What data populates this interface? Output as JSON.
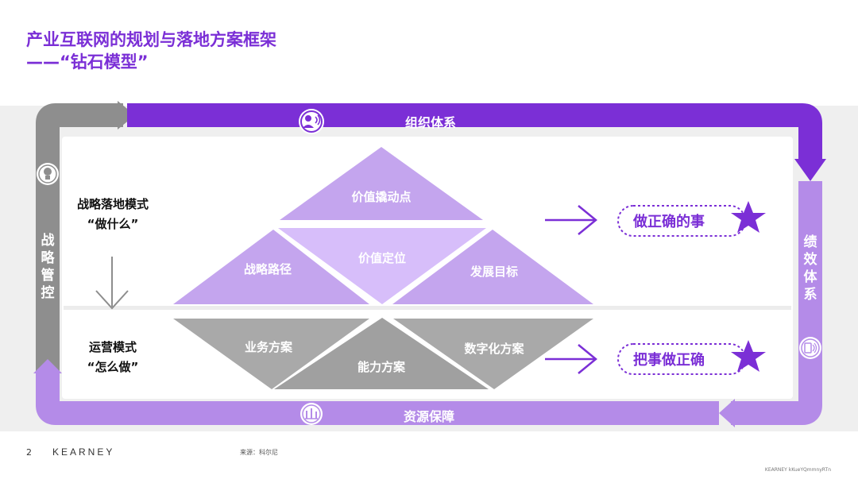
{
  "title": {
    "line1": "产业互联网的规划与落地方案框架",
    "line2": "——“钻石模型”"
  },
  "frame": {
    "top": "组织体系",
    "bottom": "资源保障",
    "left": [
      "战",
      "略",
      "管",
      "控"
    ],
    "right": [
      "绩",
      "效",
      "体",
      "系"
    ]
  },
  "modes": {
    "upper": {
      "line1": "战略落地模式",
      "line2": "“做什么”"
    },
    "lower": {
      "line1": "运营模式",
      "line2": "“怎么做”"
    }
  },
  "diamond": {
    "top": "价值撬动点",
    "left": "战略路径",
    "center": "价值定位",
    "right": "发展目标",
    "lower_left": "业务方案",
    "lower_center": "能力方案",
    "lower_right": "数字化方案"
  },
  "outcomes": {
    "upper": "做正确的事",
    "lower": "把事做正确"
  },
  "icons": [
    "organization-icon",
    "lightbulb-icon",
    "performance-icon",
    "resources-icon",
    "star-icon",
    "arrow-right-icon",
    "arrow-down-icon"
  ],
  "colors": {
    "purple": "#7b2fd6",
    "light_purple": "#b48be8",
    "gray": "#8c8c8c",
    "light_gray": "#efefef"
  },
  "footer": {
    "page": "2",
    "brand": "KEARNEY",
    "source": "来源：科尔尼",
    "copyright": "KEARNEY kKueYQmmnyRTn"
  }
}
